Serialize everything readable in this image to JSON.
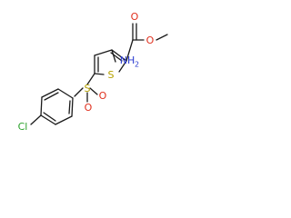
{
  "colors": {
    "bond": "#1a1a1a",
    "sulfur": "#b5a100",
    "oxygen": "#e0301e",
    "nitrogen": "#2a3ad0",
    "chlorine": "#2aa12a"
  },
  "atoms": {
    "ring_sulfur": "S",
    "sulfonyl_sulfur": "S",
    "sulfonyl_oxygen_left": "O",
    "sulfonyl_oxygen_right": "O",
    "carbonyl_oxygen": "O",
    "ester_oxygen": "O",
    "amine": "NH",
    "amine_subscript": "2",
    "chlorine": "Cl"
  }
}
